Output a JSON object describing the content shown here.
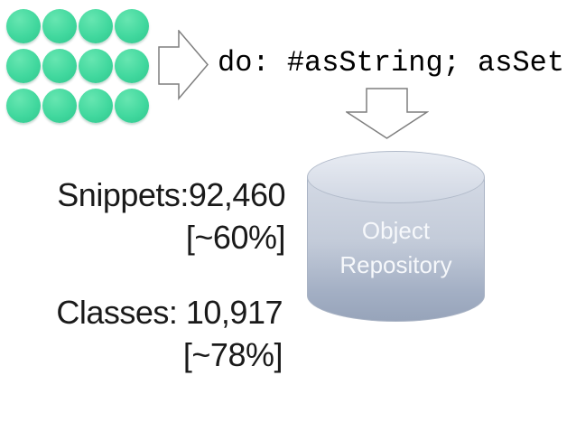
{
  "slide": {
    "background": "#ffffff"
  },
  "objects_grid": {
    "rows": 3,
    "cols": 4,
    "count": 12,
    "circle_color": "#41d89e"
  },
  "transform": {
    "code": "do: #asString; asSet"
  },
  "repository": {
    "line1": "Object",
    "line2": "Repository"
  },
  "stats": {
    "snippets": {
      "label": "Snippets:92,460",
      "percent": "[~60%]"
    },
    "classes": {
      "label": "Classes: 10,917",
      "percent": "[~78%]"
    }
  },
  "icons": {
    "right_arrow": "right-block-arrow",
    "down_arrow": "down-block-arrow",
    "cylinder": "database-cylinder"
  },
  "colors": {
    "circle": "#41d89e",
    "cylinder_top": "#dde2ec",
    "cylinder_body_light": "#d3d9e4",
    "cylinder_body_dark": "#97a4ba",
    "cylinder_border": "#a9b3c4",
    "arrow_fill": "#ffffff",
    "arrow_outline": "#7f7f7f",
    "code_text": "#000000",
    "stats_text": "#1a1a1a",
    "repository_text": "#f6f8fb"
  }
}
